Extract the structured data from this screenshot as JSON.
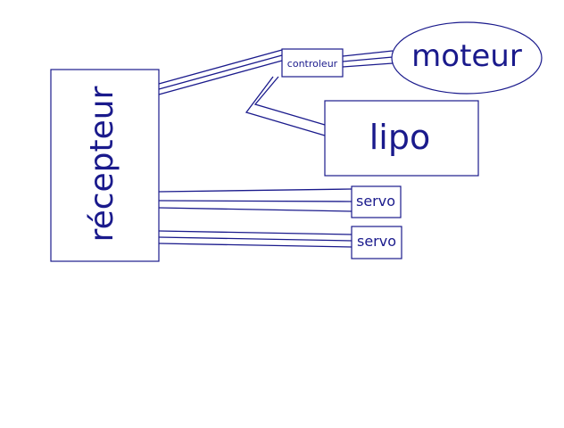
{
  "diagram": {
    "color": "#1a1a8c",
    "nodes": {
      "recepteur": "récepteur",
      "controleur": "controleur",
      "moteur": "moteur",
      "lipo": "lipo",
      "servo_1": "servo",
      "servo_2": "servo"
    }
  }
}
